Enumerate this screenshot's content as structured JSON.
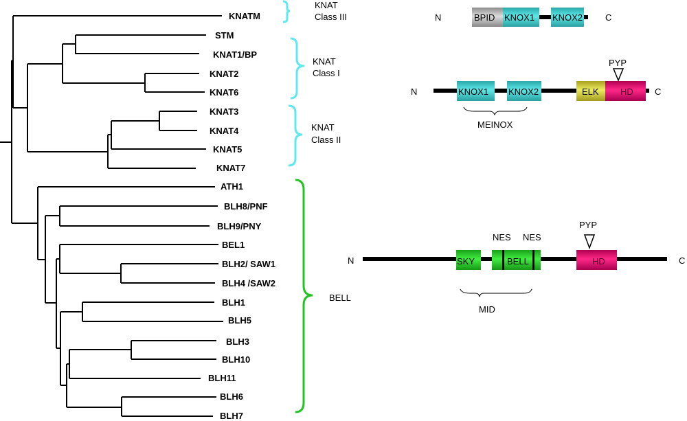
{
  "tree": {
    "leaves": [
      {
        "label": "KNATM"
      },
      {
        "label": "STM"
      },
      {
        "label": "KNAT1/BP"
      },
      {
        "label": "KNAT2"
      },
      {
        "label": "KNAT6"
      },
      {
        "label": "KNAT3"
      },
      {
        "label": "KNAT4"
      },
      {
        "label": "KNAT5"
      },
      {
        "label": "KNAT7"
      },
      {
        "label": "ATH1"
      },
      {
        "label": "BLH8/PNF"
      },
      {
        "label": "BLH9/PNY"
      },
      {
        "label": "BEL1"
      },
      {
        "label": "BLH2/ SAW1"
      },
      {
        "label": "BLH4 /SAW2"
      },
      {
        "label": "BLH1"
      },
      {
        "label": "BLH5"
      },
      {
        "label": "BLH3"
      },
      {
        "label": "BLH10"
      },
      {
        "label": "BLH11"
      },
      {
        "label": "BLH6"
      },
      {
        "label": "BLH7"
      }
    ]
  },
  "groups": [
    {
      "line1": "KNAT",
      "line2": "Class III",
      "color": "#5fe8f0"
    },
    {
      "line1": "KNAT",
      "line2": "Class I",
      "color": "#5fe8f0"
    },
    {
      "line1": "KNAT",
      "line2": "Class II",
      "color": "#5fe8f0"
    },
    {
      "line1": "BELL",
      "line2": "",
      "color": "#22c422"
    }
  ],
  "proteins": {
    "class3": {
      "n": "N",
      "c": "C",
      "domains": [
        {
          "label": "BPID",
          "color": "#b8b8b8"
        },
        {
          "label": "KNOX1",
          "color": "#3cc4c4"
        },
        {
          "label": "KNOX2",
          "color": "#3cc4c4"
        }
      ]
    },
    "class1": {
      "n": "N",
      "c": "C",
      "domains": [
        {
          "label": "KNOX1",
          "color": "#3cc4c4"
        },
        {
          "label": "KNOX2",
          "color": "#3cc4c4"
        },
        {
          "label": "ELK",
          "color": "#d4cc3c"
        },
        {
          "label": "HD",
          "color": "#e0106c"
        }
      ],
      "motif": "PYP",
      "region": "MEINOX"
    },
    "bell": {
      "n": "N",
      "c": "C",
      "domains": [
        {
          "label": "SKY",
          "color": "#2ec82e"
        },
        {
          "label": "BELL",
          "color": "#2ee02e"
        },
        {
          "label": "HD",
          "color": "#e0106c"
        }
      ],
      "nes": [
        "NES",
        "NES"
      ],
      "motif": "PYP",
      "region": "MID"
    }
  }
}
